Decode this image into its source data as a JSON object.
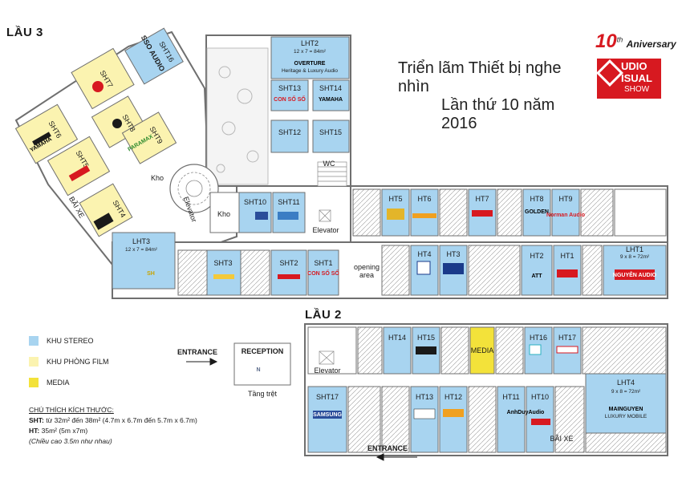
{
  "header": {
    "floor3_label": "LẦU 3",
    "floor2_label": "LẦU 2",
    "title_line1": "Triển lãm Thiết bị nghe nhìn",
    "title_line2": "Lần thứ 10 năm 2016",
    "anniversary_number": "10",
    "anniversary_sup": "th",
    "anniversary_word": "Aniversary",
    "badge_line1": "UDIO",
    "badge_line2": "ISUAL",
    "badge_line3": "SHOW"
  },
  "colors": {
    "stereo": "#a8d4f0",
    "film": "#fbf3b0",
    "media": "#f3e23a",
    "wall": "#6f6f6f",
    "red": "#d71920"
  },
  "floor3": {
    "rooms": {
      "lht2": "LHT2",
      "lht2_size": "12 x 7 = 84m²",
      "lht2_logo": "OVERTURE",
      "lht2_sub": "Heritage & Luxury Audio",
      "sht13": "SHT13",
      "sht14": "SHT14",
      "sht12": "SHT12",
      "sht15": "SHT15",
      "sht16": "SHT16",
      "sht16_logo": "SSO AUDIO",
      "sht7": "SHT7",
      "sht8": "SHT8",
      "sht9": "SHT9",
      "sht6": "SHT6",
      "sht5": "SHT5",
      "sht4": "SHT4",
      "sht10": "SHT10",
      "sht11": "SHT11",
      "lht3": "LHT3",
      "lht3_size": "12 x 7 = 84m²",
      "sht3": "SHT3",
      "sht2": "SHT2",
      "sht1": "SHT1",
      "ht5": "HT5",
      "ht6": "HT6",
      "ht7": "HT7",
      "ht8": "HT8",
      "ht9": "HT9",
      "ht4": "HT4",
      "ht3": "HT3",
      "ht2": "HT2",
      "ht2_logo": "ATT",
      "ht1": "HT1",
      "lht1": "LHT1",
      "lht1_size": "9 x 8 = 72m²"
    },
    "labels": {
      "kho1": "Kho",
      "kho2": "Kho",
      "wc": "WC",
      "elevator1": "Elevator",
      "elevator2": "Elevator",
      "opening": "opening",
      "area": "area",
      "parking": "BÃI XE"
    },
    "logos": {
      "yamaha1": "YAMAHA",
      "yamaha2": "YAMAHA",
      "con_so": "CON SỐ SỐ",
      "paramax": "PARAMAX",
      "samsung": "SAMSUNG",
      "nguyen_audio": "NGUYỄN AUDIO",
      "norman": "Norman Audio",
      "golden": "GOLDEN"
    }
  },
  "floor2": {
    "rooms": {
      "ht14": "HT14",
      "ht15": "HT15",
      "media": "MEDIA",
      "ht16": "HT16",
      "ht17": "HT17",
      "sht17": "SHT17",
      "ht13": "HT13",
      "ht12": "HT12",
      "ht11": "HT11",
      "ht10": "HT10",
      "lht4": "LHT4",
      "lht4_size": "9 x 8 = 72m²",
      "lht4_logo": "MAINGUYEN",
      "lht4_sub": "LUXURY MOBILE",
      "ht11_logo": "AnhDuyAudio"
    },
    "labels": {
      "elevator": "Elevator",
      "parking": "BÃI XE",
      "entrance": "ENTRANCE"
    }
  },
  "ground": {
    "entrance": "ENTRANCE",
    "reception": "RECEPTION",
    "ground_floor": "Tầng trệt"
  },
  "legend": {
    "items": [
      {
        "label": "KHU STEREO",
        "color": "#a8d4f0"
      },
      {
        "label": "KHU PHÒNG FILM",
        "color": "#fbf3b0"
      },
      {
        "label": "MEDIA",
        "color": "#f3e23a"
      }
    ]
  },
  "notes": {
    "heading": "CHÚ THÍCH KÍCH THƯỚC:",
    "sht_key": "SHT:",
    "sht_text": "từ 32m² đến 38m² (4.7m x 6.7m đến 5.7m x 6.7m)",
    "ht_key": "HT:",
    "ht_text": "35m² (5m x7m)",
    "height": "(Chiều cao 3.5m như nhau)"
  }
}
